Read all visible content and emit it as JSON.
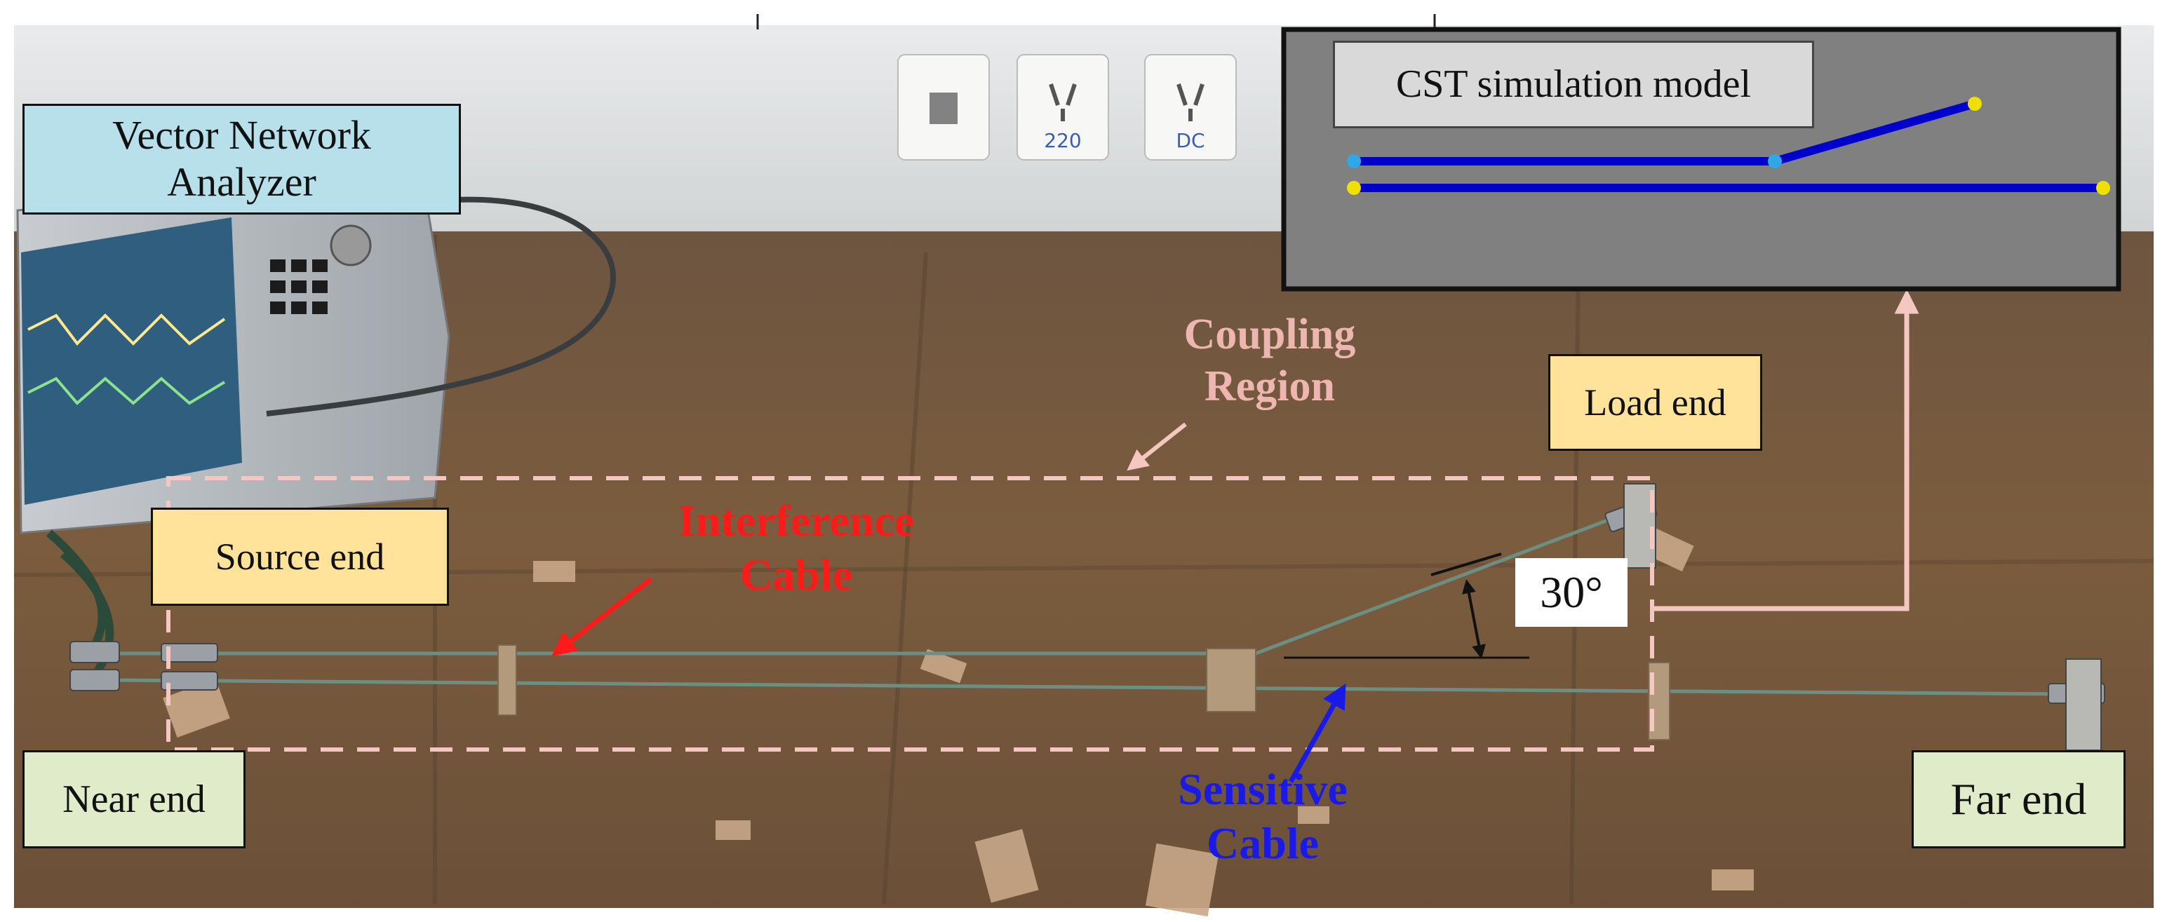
{
  "labels": {
    "vna": "Vector Network Analyzer",
    "cst": "CST simulation model",
    "source_end": "Source end",
    "load_end": "Load end",
    "near_end": "Near end",
    "far_end": "Far end",
    "angle": "30°",
    "coupling_region": "Coupling Region",
    "interference_cable": "Interference Cable",
    "sensitive_cable": "Sensitive Cable"
  },
  "outlets": [
    "220",
    "DC"
  ],
  "colors": {
    "vna_fill": "#b7e0ea",
    "end_fill": "#ffe39b",
    "near_far_fill": "#e0ebc9",
    "coupling_text": "#eeb6b0",
    "coupling_outline": "#f4c7c0",
    "interference": "#ff1a1a",
    "sensitive": "#1a1ae6",
    "cst_bg": "#808080",
    "cst_cable": "#0000cc"
  }
}
